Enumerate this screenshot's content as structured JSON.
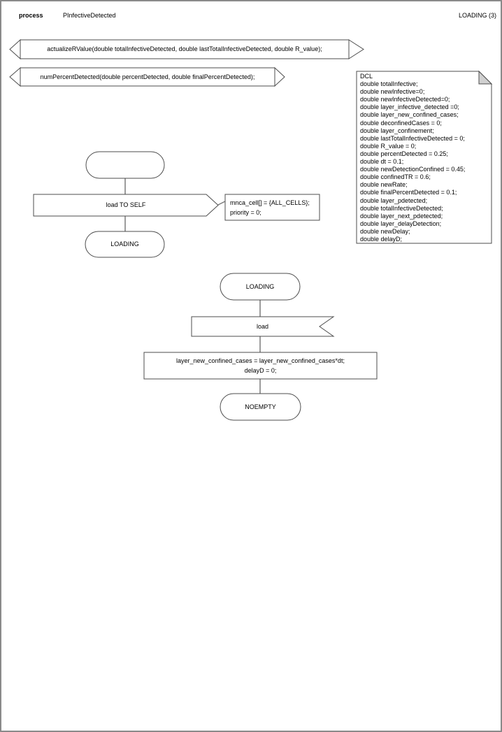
{
  "header": {
    "kind": "process",
    "process_name": "PInfectiveDetected",
    "state_page": "LOADING (3)"
  },
  "procedure_declarations": [
    "actualizeRValue(double totalInfectiveDetected, double lastTotalInfectiveDetected, double R_value);",
    "numPercentDetected(double percentDetected, double finalPercentDetected);"
  ],
  "dcl_note_lines": [
    "DCL",
    "double totalInfective;",
    "double newInfective=0;",
    "double newInfectiveDetected=0;",
    "double layer_infective_detected =0;",
    "double layer_new_confined_cases;",
    "double deconfinedCases = 0;",
    "double layer_confinement;",
    "double lastTotalInfectiveDetected = 0;",
    "double R_value = 0;",
    "double percentDetected = 0.25;",
    "double dt = 0.1;",
    "double newDetectionConfined = 0.45;",
    "double confinedTR = 0.6;",
    "double newRate;",
    "double finalPercentDetected = 0.1;",
    "double layer_pdetected;",
    "double totalInfectiveDetected;",
    "double layer_next_pdetected;",
    "double layer_delayDetection;",
    "double newDelay;",
    "double delayD;"
  ],
  "transition1": {
    "start_state": "",
    "output_signal": "load TO SELF",
    "comment_lines": [
      "mnca_cell[] = {ALL_CELLS};",
      "priority = 0;"
    ],
    "next_state": "LOADING"
  },
  "transition2": {
    "state": "LOADING",
    "input_signal": "load",
    "task_lines": [
      "layer_new_confined_cases = layer_new_confined_cases*dt;",
      "delayD = 0;"
    ],
    "next_state": "NOEMPTY"
  },
  "colors": {
    "shape_stroke": "#4d4d4d",
    "connector": "#7a7a7a",
    "page_border": "#8a8a8a",
    "fold_fill": "#d0d0d0",
    "text": "#000000"
  }
}
